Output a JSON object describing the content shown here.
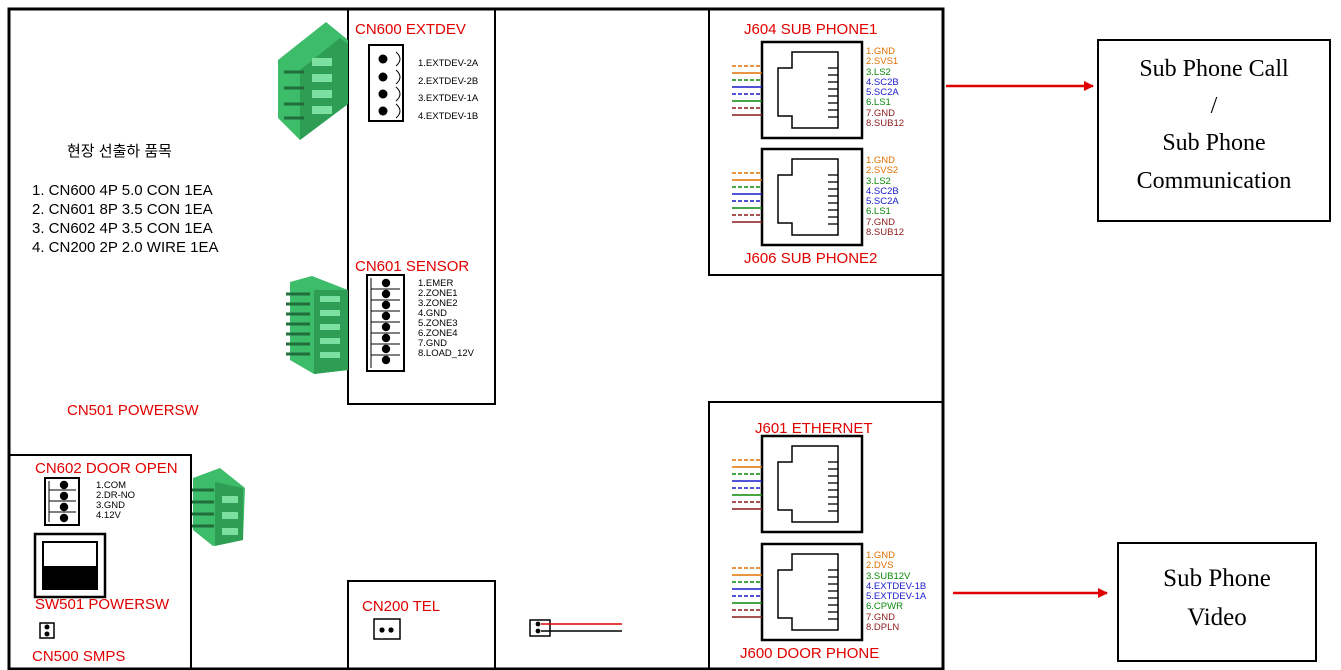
{
  "notes": {
    "title": "현장 선출하 품목",
    "items": [
      "1. CN600 4P 5.0 CON 1EA",
      "2. CN601 8P 3.5 CON 1EA",
      "3. CN602 4P 3.5 CON 1EA",
      "4. CN200 2P 2.0 WIRE 1EA"
    ]
  },
  "cn600": {
    "title": "CN600 EXTDEV",
    "pins": [
      "1.EXTDEV-2A",
      "2.EXTDEV-2B",
      "3.EXTDEV-1A",
      "4.EXTDEV-1B"
    ]
  },
  "cn601": {
    "title": "CN601 SENSOR",
    "pins": [
      "1.EMER",
      "2.ZONE1",
      "3.ZONE2",
      "4.GND",
      "5.ZONE3",
      "6.ZONE4",
      "7.GND",
      "8.LOAD_12V"
    ]
  },
  "cn501": {
    "title": "CN501 POWERSW"
  },
  "cn602": {
    "title": "CN602 DOOR OPEN",
    "pins": [
      "1.COM",
      "2.DR-NO",
      "3.GND",
      "4.12V"
    ]
  },
  "sw501": {
    "title": "SW501 POWERSW"
  },
  "cn500": {
    "title": "CN500 SMPS"
  },
  "cn200": {
    "title": "CN200 TEL"
  },
  "j604": {
    "title": "J604 SUB PHONE1",
    "pins": [
      "1.GND",
      "2.SVS1",
      "3.LS2",
      "4.SC2B",
      "5.SC2A",
      "6.LS1",
      "7.GND",
      "8.SUB12"
    ]
  },
  "j606": {
    "title": "J606 SUB PHONE2",
    "pins": [
      "1.GND",
      "2.SVS2",
      "3.LS2",
      "4.SC2B",
      "5.SC2A",
      "6.LS1",
      "7.GND",
      "8.SUB12"
    ]
  },
  "j601": {
    "title": "J601 ETHERNET"
  },
  "j600": {
    "title": "J600 DOOR PHONE",
    "pins": [
      "1.GND",
      "2.DVS",
      "3.SUB12V",
      "4.EXTDEV-1B",
      "5.EXTDEV-1A",
      "6.CPWR",
      "7.GND",
      "8.DPLN"
    ]
  },
  "callouts": {
    "top": [
      "Sub Phone Call",
      "/",
      "Sub Phone",
      "Communication"
    ],
    "bottom": [
      "Sub Phone",
      "Video"
    ]
  },
  "colors": {
    "label": "#e00000",
    "pin_colors": [
      "#e07000",
      "#e07000",
      "#0a8a0a",
      "#1a1acc",
      "#1a1acc",
      "#0a8a0a",
      "#8b1a1a",
      "#8b1a1a"
    ],
    "connector_green": "#3dbd6a",
    "arrow": "#e00000"
  }
}
